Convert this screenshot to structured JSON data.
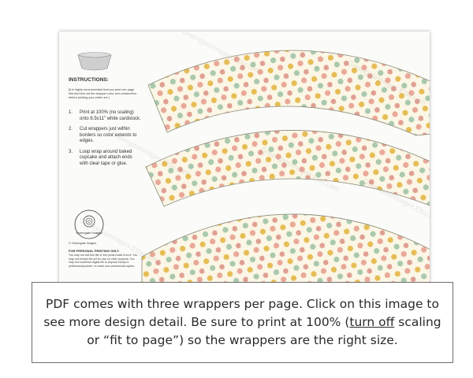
{
  "instructions": {
    "title": "INSTRUCTIONS:",
    "intro": "[It is highly recommended that you print one page first and test out the wrapper color and construction before printing your entire set.]",
    "steps": [
      {
        "num": "1.",
        "text": "Print at 100% (no scaling) onto 8.5x11\" white cardstock."
      },
      {
        "num": "2.",
        "text": "Cut wrappers just within borders so color extends to edges."
      },
      {
        "num": "3.",
        "text": "Loop wrap around baked cupcake and attach ends with clear tape or glue."
      }
    ]
  },
  "logo_text": "Greengate Images",
  "copyright": "© Greengate Images",
  "legal_heading": "FOR PERSONAL PRINTING ONLY.",
  "legal_text": "You may not sell this file or the prints made from it. You may not extract the art for use on other projects. You may not email this digital file to anyone except a professional printer, to make non-commercial copies.",
  "watermark": "GreengateImages.Etsy.com",
  "caption": {
    "part1": "PDF comes with three wrappers per page. Click on this image to see more design detail. Be sure to print at 100% (",
    "link": "turn off",
    "part2": " scaling or “fit to page”) so the wrappers are the right size."
  },
  "colors": {
    "cream": "#fbf6e6",
    "dot_gold": "#e6bd55",
    "dot_pink": "#e9a898",
    "dot_green": "#a9c9ae",
    "dot_rose": "#d98a7e"
  }
}
